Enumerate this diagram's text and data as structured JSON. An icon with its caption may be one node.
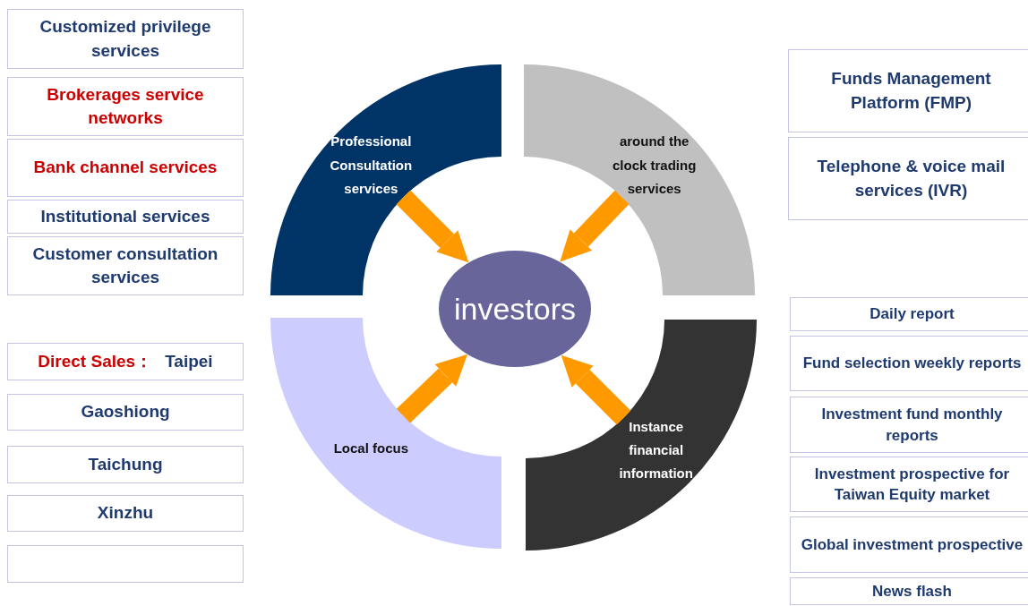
{
  "diagram": {
    "nodes": [
      {
        "text": [
          "Customized privilege services"
        ]
      },
      {
        "text": [
          "Brokerages service networks"
        ]
      },
      {
        "text": [
          "Bank channel services"
        ]
      },
      {
        "text": [
          "Institutional services"
        ]
      },
      {
        "text": [
          "Customer consultation services"
        ]
      },
      {
        "text": [
          "Direct Sales：",
          "Taipei"
        ]
      },
      {
        "text": [
          "Gaoshiong"
        ]
      },
      {
        "text": [
          "Taichung"
        ]
      },
      {
        "text": [
          "Xinzhu"
        ]
      },
      {
        "text": [],
        "shape": "box"
      },
      {
        "text": [
          "Professional Consultation services"
        ]
      },
      {
        "text": [
          "around the clock trading services"
        ]
      },
      {
        "text": [
          "Local focus"
        ]
      },
      {
        "text": [
          "Instance financial information"
        ]
      },
      {
        "text": [
          "investors"
        ]
      },
      {
        "text": [
          "Funds Management Platform (FMP)"
        ]
      },
      {
        "text": [
          "Telephone & voice mail services (IVR)"
        ]
      },
      {
        "text": [
          "Daily report"
        ]
      },
      {
        "text": [
          "Fund selection weekly reports"
        ]
      },
      {
        "text": [
          "Investment fund monthly reports"
        ]
      },
      {
        "text": [
          "Investment prospective for Taiwan Equity market"
        ]
      },
      {
        "text": [
          "Global investment prospective"
        ]
      },
      {
        "text": [
          "News flash"
        ]
      }
    ],
    "edges": [
      {
        "from": 10,
        "to": 14,
        "arrow": "to"
      },
      {
        "from": 11,
        "to": 14,
        "arrow": "to"
      },
      {
        "from": 12,
        "to": 14,
        "arrow": "to"
      },
      {
        "from": 13,
        "to": 14,
        "arrow": "to"
      }
    ]
  }
}
